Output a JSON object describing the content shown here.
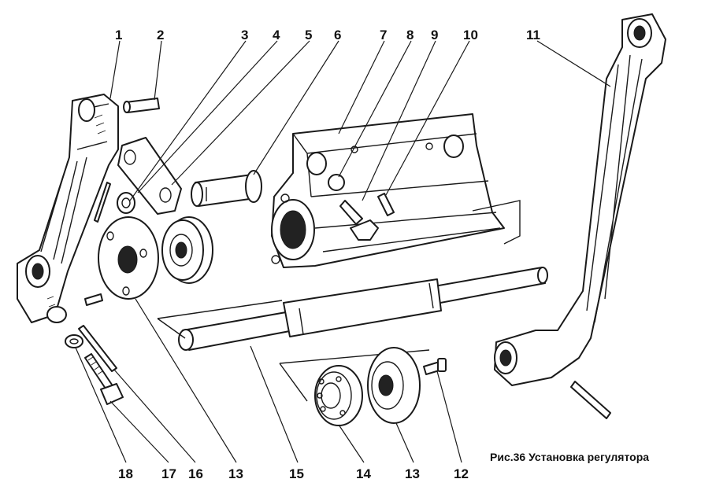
{
  "caption": "Рис.36 Установка регулятора",
  "part_numbers": [
    "1",
    "2",
    "3",
    "4",
    "5",
    "6",
    "7",
    "8",
    "9",
    "10",
    "11",
    "18",
    "17",
    "16",
    "13",
    "15",
    "14",
    "13",
    "12"
  ]
}
